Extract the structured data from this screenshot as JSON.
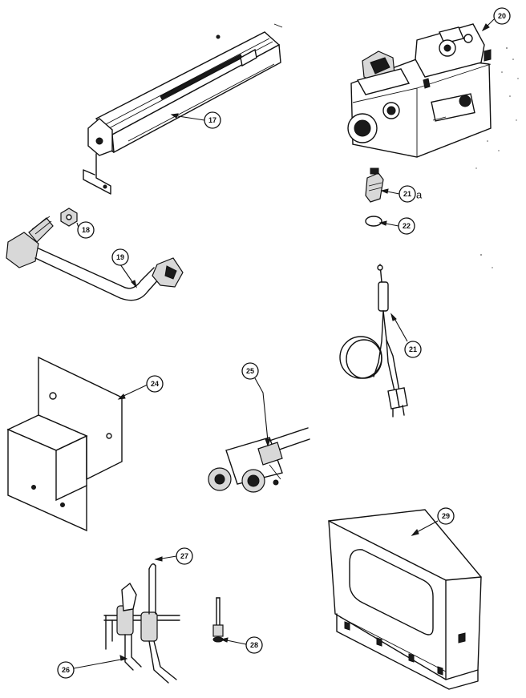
{
  "callouts": [
    {
      "id": "17",
      "label": "17",
      "part": "burner"
    },
    {
      "id": "18",
      "label": "18",
      "part": "orifice fitting"
    },
    {
      "id": "19",
      "label": "19",
      "part": "gas tube"
    },
    {
      "id": "20",
      "label": "20",
      "part": "gas valve"
    },
    {
      "id": "21a",
      "label": "21",
      "suffix": "a",
      "part": "fitting"
    },
    {
      "id": "22",
      "label": "22",
      "part": "o-ring"
    },
    {
      "id": "21",
      "label": "21",
      "part": "thermocouple lead"
    },
    {
      "id": "24",
      "label": "24",
      "part": "bracket"
    },
    {
      "id": "25",
      "label": "25",
      "part": "pilot assembly"
    },
    {
      "id": "26",
      "label": "26",
      "part": "pilot bracket"
    },
    {
      "id": "27",
      "label": "27",
      "part": "thermocouple"
    },
    {
      "id": "28",
      "label": "28",
      "part": "electrode"
    },
    {
      "id": "29",
      "label": "29",
      "part": "panel"
    }
  ]
}
